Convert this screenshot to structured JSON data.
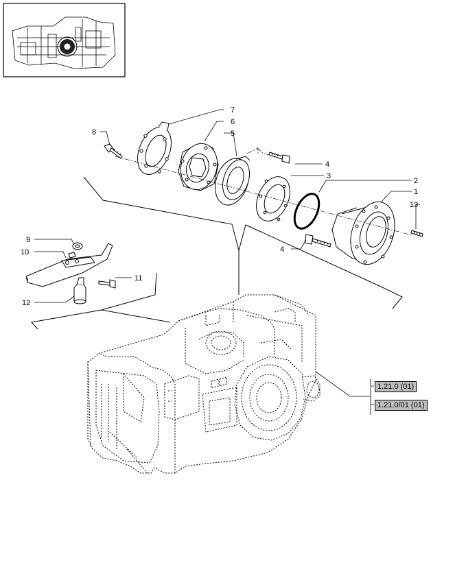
{
  "callouts": {
    "c1": "1",
    "c2": "2",
    "c3": "3",
    "c4a": "4",
    "c4b": "4",
    "c5": "5",
    "c6": "6",
    "c7": "7",
    "c8": "8",
    "c9": "9",
    "c10": "10",
    "c11": "11",
    "c12": "12",
    "c13": "13"
  },
  "references": [
    "1.21.0 (01)",
    "1.21.0/01 (01)"
  ]
}
